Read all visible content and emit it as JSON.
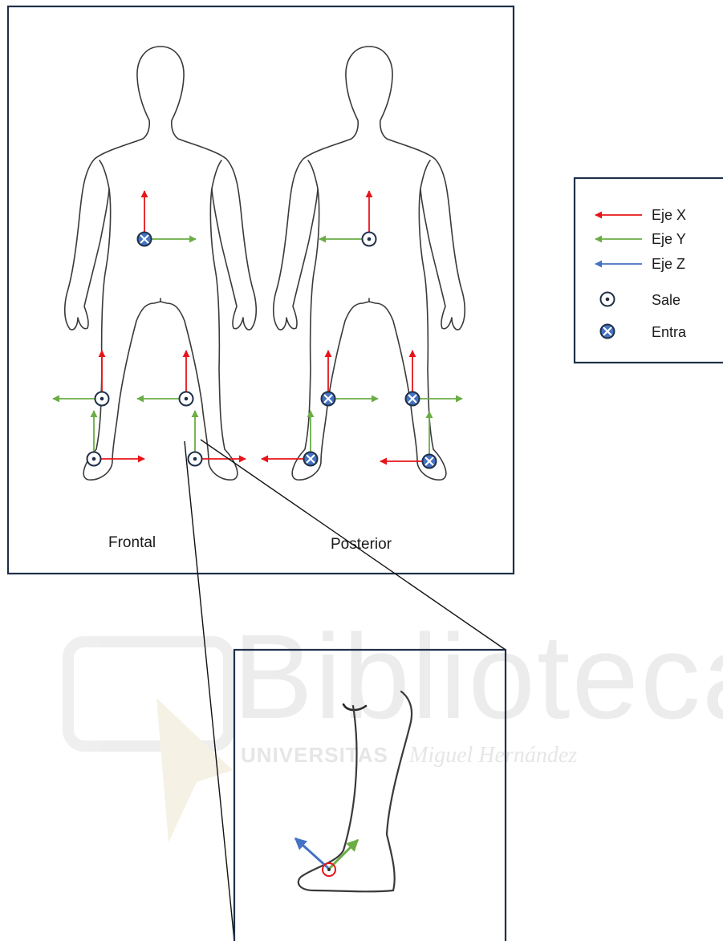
{
  "diagram": {
    "views": [
      {
        "label": "Frontal"
      },
      {
        "label": "Posterior"
      }
    ],
    "legend": [
      {
        "label": "Eje X",
        "symbol": "arrow",
        "color": "#e8141a"
      },
      {
        "label": "Eje Y",
        "symbol": "arrow",
        "color": "#6aad45"
      },
      {
        "label": "Eje Z",
        "symbol": "arrow",
        "color": "#4472c4"
      },
      {
        "label": "Sale",
        "symbol": "dot-circle",
        "color": "#1f3049"
      },
      {
        "label": "Entra",
        "symbol": "cross-circle",
        "color": "#4472c4"
      }
    ],
    "watermark": {
      "title": "Biblioteca",
      "subtitle_upper": "UNIVERSITAS",
      "subtitle_lower": "Miguel Hernández"
    },
    "colors": {
      "axis_x": "#e8141a",
      "axis_y": "#6aad45",
      "axis_z": "#4472c4",
      "frame": "#1f3049",
      "sensor_highlight": "#e8141a"
    }
  }
}
